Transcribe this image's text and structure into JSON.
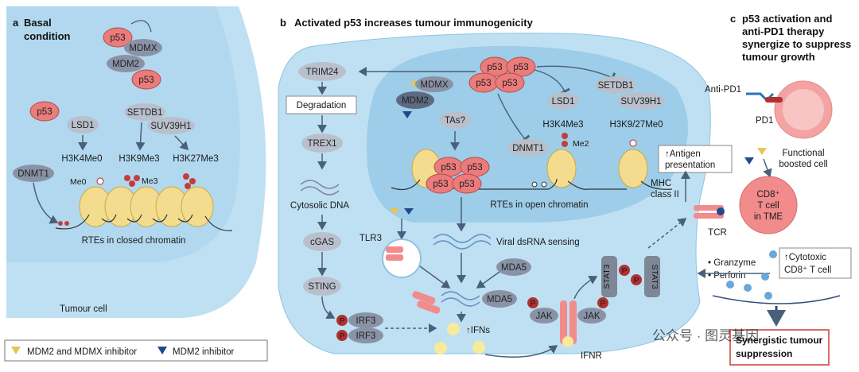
{
  "panel_a": {
    "letter": "a",
    "title_line1": "Basal",
    "title_line2": "condition",
    "p53": "p53",
    "mdmx": "MDMX",
    "mdm2": "MDM2",
    "lsd1": "LSD1",
    "setdb1": "SETDB1",
    "suv39h1": "SUV39H1",
    "h3k4me0": "H3K4Me0",
    "h3k9me3": "H3K9Me3",
    "h3k27me3": "H3K27Me3",
    "dnmt1": "DNMT1",
    "me0": "Me0",
    "me3": "Me3",
    "rtes_closed": "RTEs in closed chromatin",
    "tumour_cell": "Tumour cell"
  },
  "panel_b": {
    "letter": "b",
    "title": "Activated p53 increases tumour immunogenicity",
    "trim24": "TRIM24",
    "degradation": "Degradation",
    "trex1": "TREX1",
    "cytosolic_dna": "Cytosolic DNA",
    "cgas": "cGAS",
    "sting": "STING",
    "irf3": "IRF3",
    "p": "P",
    "tlr3": "TLR3",
    "viral_sensing": "Viral dsRNA sensing",
    "mda5": "MDA5",
    "ifns": "↑IFNs",
    "ifnr": "IFNR",
    "jak": "JAK",
    "stat3": "STAT3",
    "mdmx": "MDMX",
    "mdm2": "MDM2",
    "tas": "TAs?",
    "dnmt1": "DNMT1",
    "lsd1": "LSD1",
    "setdb1": "SETDB1",
    "suv39h1": "SUV39H1",
    "h3k4me3": "H3K4Me3",
    "h3k9": "H3K9/27Me0",
    "me2": "Me2",
    "rtes_open": "RTEs in open chromatin",
    "p53": "p53",
    "antigen_line1": "↑Antigen",
    "antigen_line2": "presentation",
    "mhc_line1": "MHC",
    "mhc_line2": "class II",
    "granzyme": "• Granzyme",
    "perforin": "• Perforin"
  },
  "panel_c": {
    "letter": "c",
    "title_line1": "p53 activation and",
    "title_line2": "anti-PD1 therapy",
    "title_line3": "synergize to suppress",
    "title_line4": "tumour growth",
    "anti_pd1": "Anti-PD1",
    "pd1": "PD1",
    "functional_line1": "Functional",
    "functional_line2": "boosted cell",
    "cd8_line1": "CD8⁺",
    "cd8_line2": "T cell",
    "cd8_line3": "in TME",
    "tcr": "TCR",
    "cytotoxic_line1": "↑Cytotoxic",
    "cytotoxic_line2": "CD8⁺ T cell",
    "synergy_line1": "Synergistic tumour",
    "synergy_line2": "suppression"
  },
  "legend": {
    "mdm2_mdmx": "MDM2 and MDMX inhibitor",
    "mdm2": "MDM2 inhibitor"
  },
  "watermark": "公众号 · 图灵基因",
  "colors": {
    "cell_fill": "#bfe0f3",
    "nucleus_fill": "#9dcde8",
    "p53_fill": "#ec7b7b",
    "grey_protein": "#9aa3b4",
    "nucleosome": "#f3dc8e",
    "phospho": "#b13131",
    "tcell": "#f28b8b",
    "synergy_border": "#d23a3a",
    "inhibitor_yellow": "#e8c458",
    "inhibitor_blue": "#1f4a8a"
  }
}
